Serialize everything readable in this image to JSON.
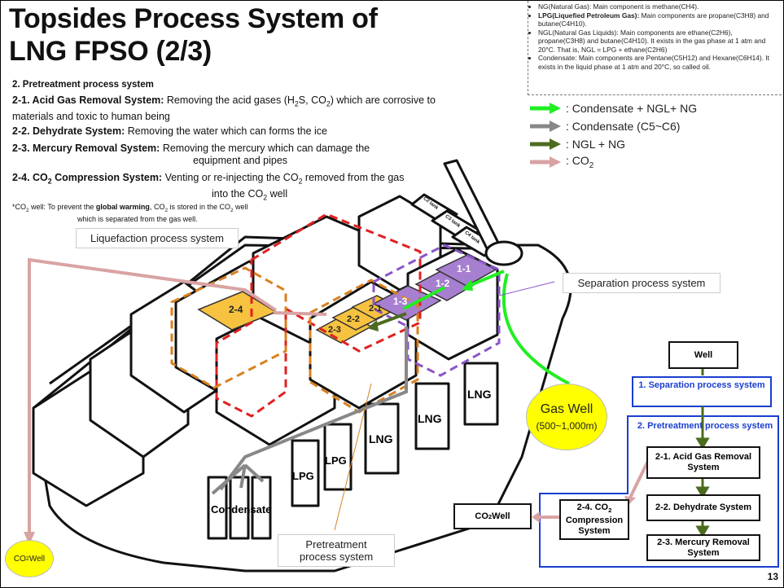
{
  "title": [
    "Topsides Process System of",
    "LNG FPSO (2/3)"
  ],
  "notes": [
    {
      "label": "",
      "text": "NG(Natural Gas): Main component is methane(CH4)."
    },
    {
      "label": "LPG(Liquefied Petroleum Gas):",
      "text": " Main components are propane(C3H8) and butane(C4H10)."
    },
    {
      "label": "",
      "text": "NGL(Natural Gas Liquids): Main components are ethane(C2H6), propane(C3H8) and butane(C4H10). It exists in the gas phase at 1 atm and 20°C. That is, NGL = LPG + ethane(C2H6)"
    },
    {
      "label": "",
      "text": "Condensate: Main components are Pentane(C5H12) and Hexane(C6H14). It exists in the liquid phase at 1 atm and 20°C, so called oil."
    }
  ],
  "section": "2. Pretreatment process system",
  "items": {
    "i1_label": "2-1. Acid Gas Removal System:",
    "i1_a": " Removing the acid gases (H",
    "i1_b": "S, CO",
    "i1_c": ") which are corrosive to",
    "i1_line2": "materials and toxic to human being",
    "i2_label": "2-2. Dehydrate System:",
    "i2_text": " Removing the water which can forms the ice",
    "i3_label": "2-3. Mercury Removal System:",
    "i3_text": " Removing the mercury which can damage the",
    "i3_line2": "equipment and pipes",
    "i4_label": "2-4. CO",
    "i4_label_b": " Compression System:",
    "i4_text": " Venting or re-injecting the CO",
    "i4_text_b": " removed from the gas",
    "i4_line2_a": "into the CO",
    "i4_line2_b": " well",
    "sub2": "2"
  },
  "footnote": {
    "a": "*CO",
    "b": " well: To prevent the ",
    "bold": "global warming",
    "c": ", CO",
    "d": " is stored in the CO",
    "e": " well",
    "line2": "which is separated from the gas well.",
    "sub": "2"
  },
  "legend": [
    {
      "text": ": Condensate + NGL+ NG",
      "color": "#22ee22"
    },
    {
      "text": ": Condensate (C5~C6)",
      "color": "#888888"
    },
    {
      "text": ": NGL + NG",
      "color": "#4d6b1f"
    },
    {
      "text": ": CO",
      "sub": "2",
      "color": "#d9a3a3"
    }
  ],
  "labels": {
    "liquefaction": "Liquefaction process system",
    "separation": "Separation process system",
    "pretreatment_1": "Pretreatment",
    "pretreatment_2": "process system",
    "gas_well": "Gas Well",
    "gas_well_depth": "(500~1,000m)",
    "co2well_a": "CO",
    "co2well_b": "Well",
    "co2well_sub": "2",
    "condensate": "Condensate",
    "lpg": "LPG",
    "lng": "LNG",
    "c2": "C2 tank",
    "c3": "C3 tank",
    "c4": "C4 tank",
    "m24": "2-4",
    "m21": "2-1",
    "m22": "2-2",
    "m23": "2-3",
    "m11": "1-1",
    "m12": "1-2",
    "m13": "1-3"
  },
  "flow": {
    "well": "Well",
    "sep": "1.    Separation process system",
    "pre": "2. Pretreatment process system",
    "b21": "2-1. Acid Gas Removal System",
    "b22": "2-2. Dehydrate System",
    "b23": "2-3. Mercury Removal System",
    "b24_a": "2-4. CO",
    "b24_b": "Compression System",
    "co2_a": "CO",
    "co2_b": " Well",
    "sub": "2"
  },
  "page_number": "13",
  "colors": {
    "red_dashed": "#e02020",
    "orange_dashed": "#d9801f",
    "purple_dashed": "#8a55c8",
    "module_yellow": "#f6c240",
    "module_purple": "#a77fd0",
    "co2_pink": "#d9a3a3",
    "well_yellow": "#ffff00",
    "blue": "#1a3ecf"
  }
}
